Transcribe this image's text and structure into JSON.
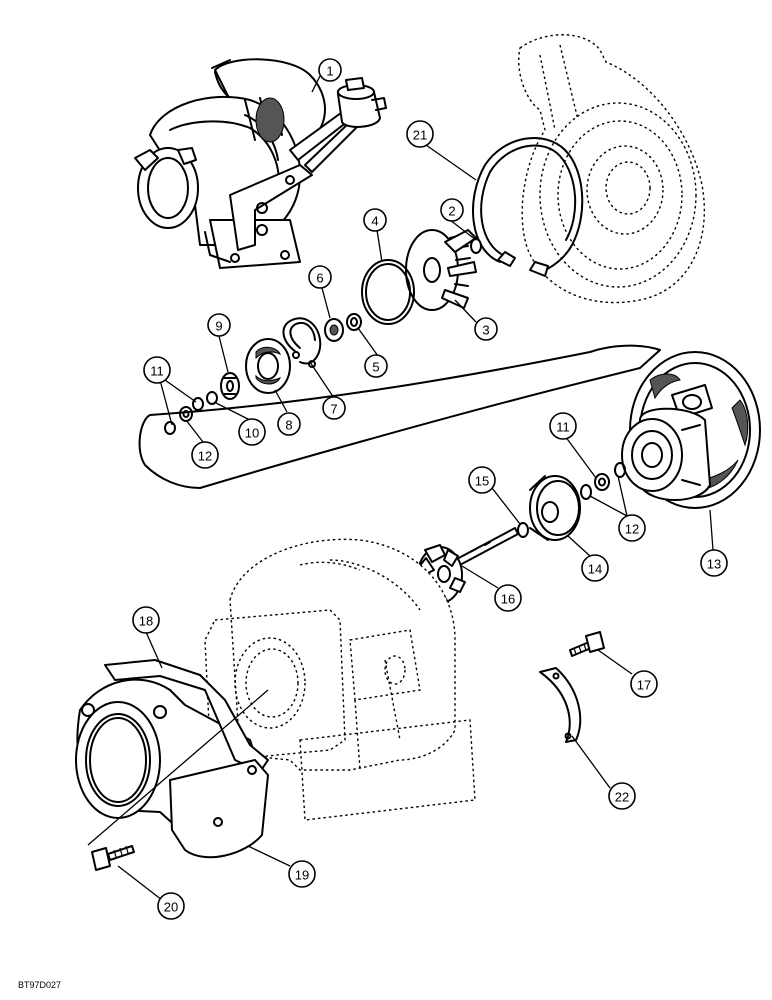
{
  "figure_code": "BT97D027",
  "callouts": [
    "1",
    "2",
    "3",
    "4",
    "5",
    "6",
    "7",
    "8",
    "9",
    "10",
    "11",
    "12",
    "12",
    "11",
    "13",
    "14",
    "15",
    "16",
    "17",
    "18",
    "19",
    "20",
    "21",
    "22"
  ]
}
